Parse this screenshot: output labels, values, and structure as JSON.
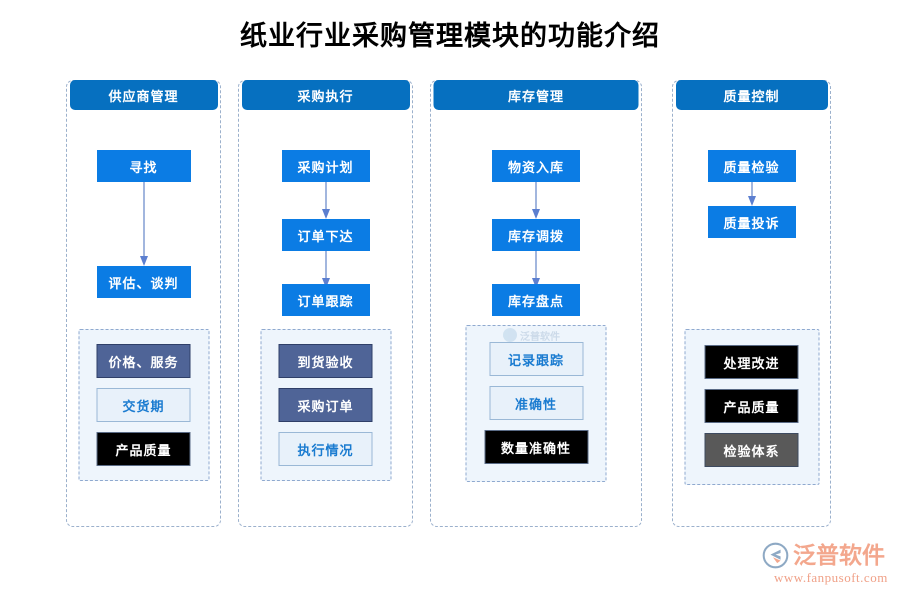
{
  "title": "纸业行业采购管理模块的功能介绍",
  "colors": {
    "header_blue": "#0670c0",
    "flow_blue": "#0b7ce4",
    "arrow": "#8ba3d6",
    "panel_fill": "#eef5fc",
    "panel_border": "#8fa9cf",
    "column_border": "#9bb0cc",
    "slate": "#4f6497",
    "light": "#e8f1fa",
    "black": "#000000",
    "gray": "#595959",
    "brand": "#f3a78d"
  },
  "columns": [
    {
      "header": "供应商管理",
      "flow": [
        "寻找",
        "评估、谈判"
      ],
      "attributes": [
        {
          "label": "价格、服务",
          "style": "slate"
        },
        {
          "label": "交货期",
          "style": "light"
        },
        {
          "label": "产品质量",
          "style": "black"
        }
      ]
    },
    {
      "header": "采购执行",
      "flow": [
        "采购计划",
        "订单下达",
        "订单跟踪"
      ],
      "attributes": [
        {
          "label": "到货验收",
          "style": "slate"
        },
        {
          "label": "采购订单",
          "style": "slate"
        },
        {
          "label": "执行情况",
          "style": "light"
        }
      ]
    },
    {
      "header": "库存管理",
      "flow": [
        "物资入库",
        "库存调拨",
        "库存盘点"
      ],
      "attributes": [
        {
          "label": "记录跟踪",
          "style": "light"
        },
        {
          "label": "准确性",
          "style": "light"
        },
        {
          "label": "数量准确性",
          "style": "black"
        }
      ]
    },
    {
      "header": "质量控制",
      "flow": [
        "质量检验",
        "质量投诉"
      ],
      "attributes": [
        {
          "label": "处理改进",
          "style": "black"
        },
        {
          "label": "产品质量",
          "style": "black"
        },
        {
          "label": "检验体系",
          "style": "gray"
        }
      ]
    }
  ],
  "watermark": {
    "text": "泛普软件"
  },
  "brand": {
    "name": "泛普软件",
    "url": "www.fanpusoft.com"
  }
}
